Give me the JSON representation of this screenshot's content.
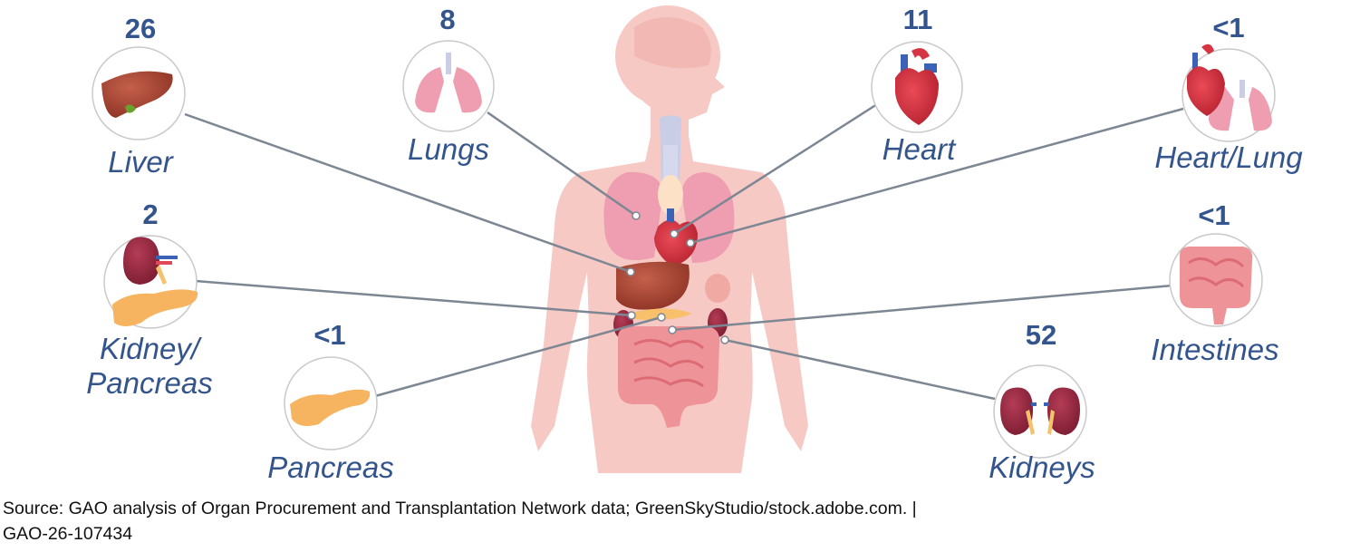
{
  "organs": [
    {
      "id": "liver",
      "value": "26",
      "label": "Liver"
    },
    {
      "id": "lungs",
      "value": "8",
      "label": "Lungs"
    },
    {
      "id": "heart",
      "value": "11",
      "label": "Heart"
    },
    {
      "id": "heart-lung",
      "value": "<1",
      "label": "Heart/Lung"
    },
    {
      "id": "kidney-pancreas",
      "value": "2",
      "label_line1": "Kidney/",
      "label_line2": "Pancreas"
    },
    {
      "id": "intestines",
      "value": "<1",
      "label": "Intestines"
    },
    {
      "id": "pancreas",
      "value": "<1",
      "label": "Pancreas"
    },
    {
      "id": "kidneys",
      "value": "52",
      "label": "Kidneys"
    }
  ],
  "source": {
    "line1": "Source: GAO analysis of Organ Procurement and Transplantation Network data; GreenSkyStudio/stock.adobe.com.  |",
    "line2": "GAO-26-107434"
  },
  "colors": {
    "value_text": "#33548c",
    "label_text": "#33548c",
    "connector": "#7d8793",
    "body_silhouette": "#f6c9c4",
    "circle_border": "#c9c9c9"
  }
}
